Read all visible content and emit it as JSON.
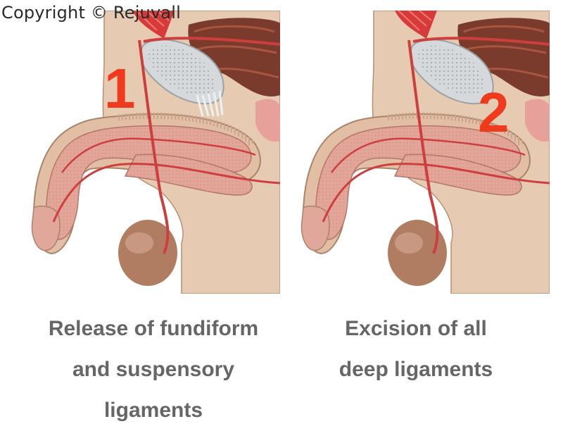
{
  "watermark": "Copyright © Rejuvall",
  "colors": {
    "skin": "#e6cbb2",
    "step_number": "#f03a1e",
    "caption_text": "#666666",
    "vessel": "#cd3f3f",
    "bone": "#d6d9db"
  },
  "panels": [
    {
      "step": "1",
      "caption": [
        "Release of fundiform",
        "and suspensory",
        "ligaments"
      ]
    },
    {
      "step": "2",
      "caption": [
        "Excision of all",
        "deep ligaments"
      ]
    }
  ]
}
